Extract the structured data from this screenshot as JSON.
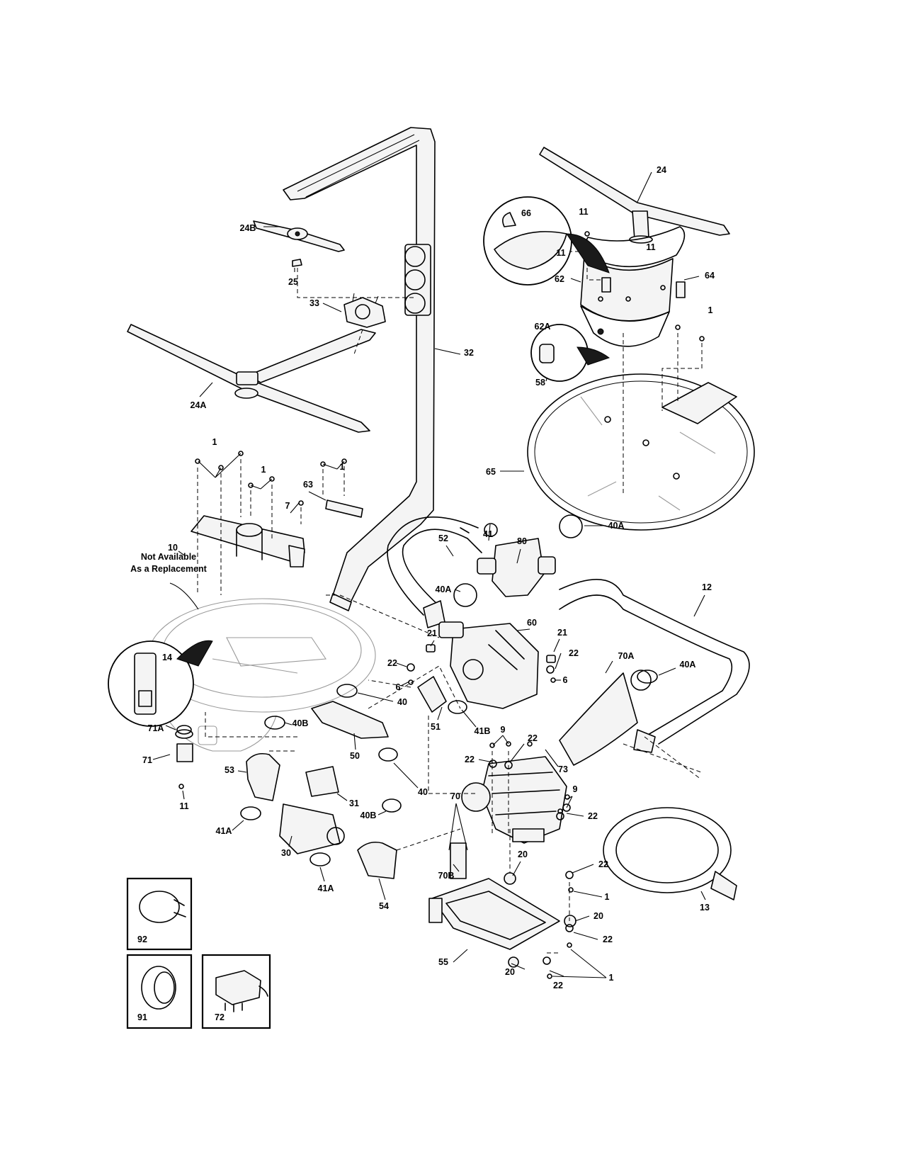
{
  "diagram": {
    "note": [
      "Not Available",
      "As a Replacement"
    ],
    "callouts": [
      "24B",
      "25",
      "33",
      "24A",
      "32",
      "24",
      "66",
      "11",
      "11",
      "11",
      "64",
      "62",
      "62A",
      "1",
      "58",
      "65",
      "1",
      "1",
      "1",
      "63",
      "7",
      "10",
      "52",
      "41",
      "80",
      "40A",
      "40A",
      "12",
      "14",
      "21",
      "60",
      "21",
      "22",
      "22",
      "6",
      "6",
      "70A",
      "40A",
      "40",
      "51",
      "41B",
      "71A",
      "40B",
      "50",
      "9",
      "22",
      "73",
      "71",
      "53",
      "31",
      "40",
      "22",
      "11",
      "9",
      "70",
      "22",
      "41A",
      "30",
      "40B",
      "70B",
      "54",
      "20",
      "41A",
      "22",
      "1",
      "13",
      "20",
      "22",
      "55",
      "1",
      "20",
      "22",
      "92",
      "91",
      "72"
    ]
  }
}
